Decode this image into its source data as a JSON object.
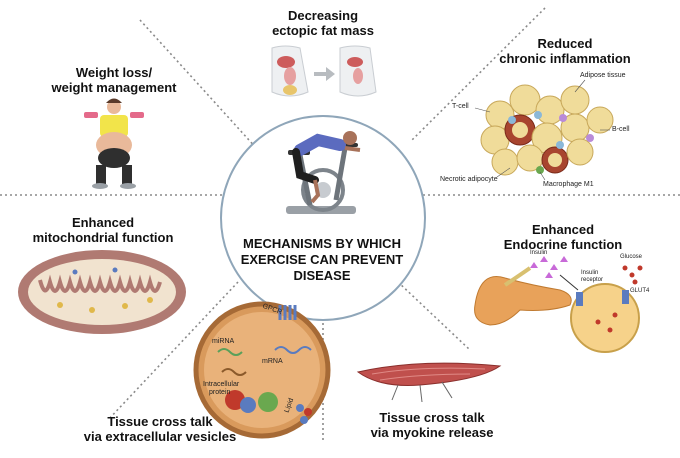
{
  "center": {
    "line1": "MECHANISMS BY WHICH",
    "line2": "EXERCISE CAN PREVENT",
    "line3": "DISEASE"
  },
  "panels": {
    "ectopic_fat": {
      "line1": "Decreasing",
      "line2": "ectopic fat mass"
    },
    "weight": {
      "line1": "Weight loss/",
      "line2": "weight management"
    },
    "inflammation": {
      "line1": "Reduced",
      "line2": "chronic inflammation",
      "labels": {
        "adipose": "Adipose tissue",
        "tcell": "T-cell",
        "bcell": "B-cell",
        "necrotic": "Necrotic adipocyte",
        "macrophage": "Macrophage M1"
      }
    },
    "mito": {
      "line1": "Enhanced",
      "line2": "mitochondrial function"
    },
    "endocrine": {
      "line1": "Enhanced",
      "line2": "Endocrine function",
      "labels": {
        "insulin": "Insulin",
        "glucose": "Glucose",
        "receptor1": "Insulin",
        "receptor2": "receptor",
        "glut4": "GLUT4"
      }
    },
    "vesicles": {
      "line1": "Tissue cross talk",
      "line2": "via extracellular vesicles",
      "labels": {
        "gpcr": "GPCR",
        "mirna": "miRNA",
        "mrna": "mRNA",
        "protein1": "Intracellular",
        "protein2": "protein",
        "lipid": "Lipid"
      }
    },
    "myokine": {
      "line1": "Tissue cross talk",
      "line2": "via myokine release"
    }
  },
  "colors": {
    "divider": "#888888",
    "circle_border": "#8fa6b9",
    "adipocyte": "#f0dc9a",
    "muscle": "#c0504d",
    "mito_outer": "#b07a72",
    "pancreas": "#e8a25a",
    "vesicle": "#d99a5c"
  }
}
